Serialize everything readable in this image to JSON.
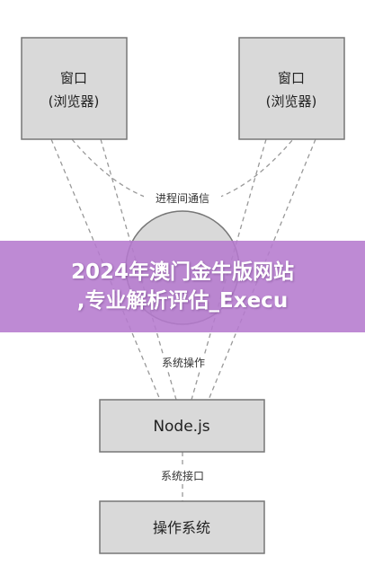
{
  "diagram": {
    "nodes": {
      "window_left": {
        "line1": "窗口",
        "line2": "(浏览器)"
      },
      "window_right": {
        "line1": "窗口",
        "line2": "(浏览器)"
      },
      "nodejs": {
        "label": "Node.js"
      },
      "os": {
        "label": "操作系统"
      }
    },
    "edges": {
      "ipc": "进程间通信",
      "sys_op": "系统操作",
      "sys_api": "系统接口"
    }
  },
  "banner": {
    "line1": "2024年澳门金牛版网站",
    "line2": ",专业解析评估_Execu"
  },
  "colors": {
    "box_fill": "#d9d9d9",
    "box_stroke": "#777777",
    "line": "#999999",
    "banner": "#b57ace"
  }
}
